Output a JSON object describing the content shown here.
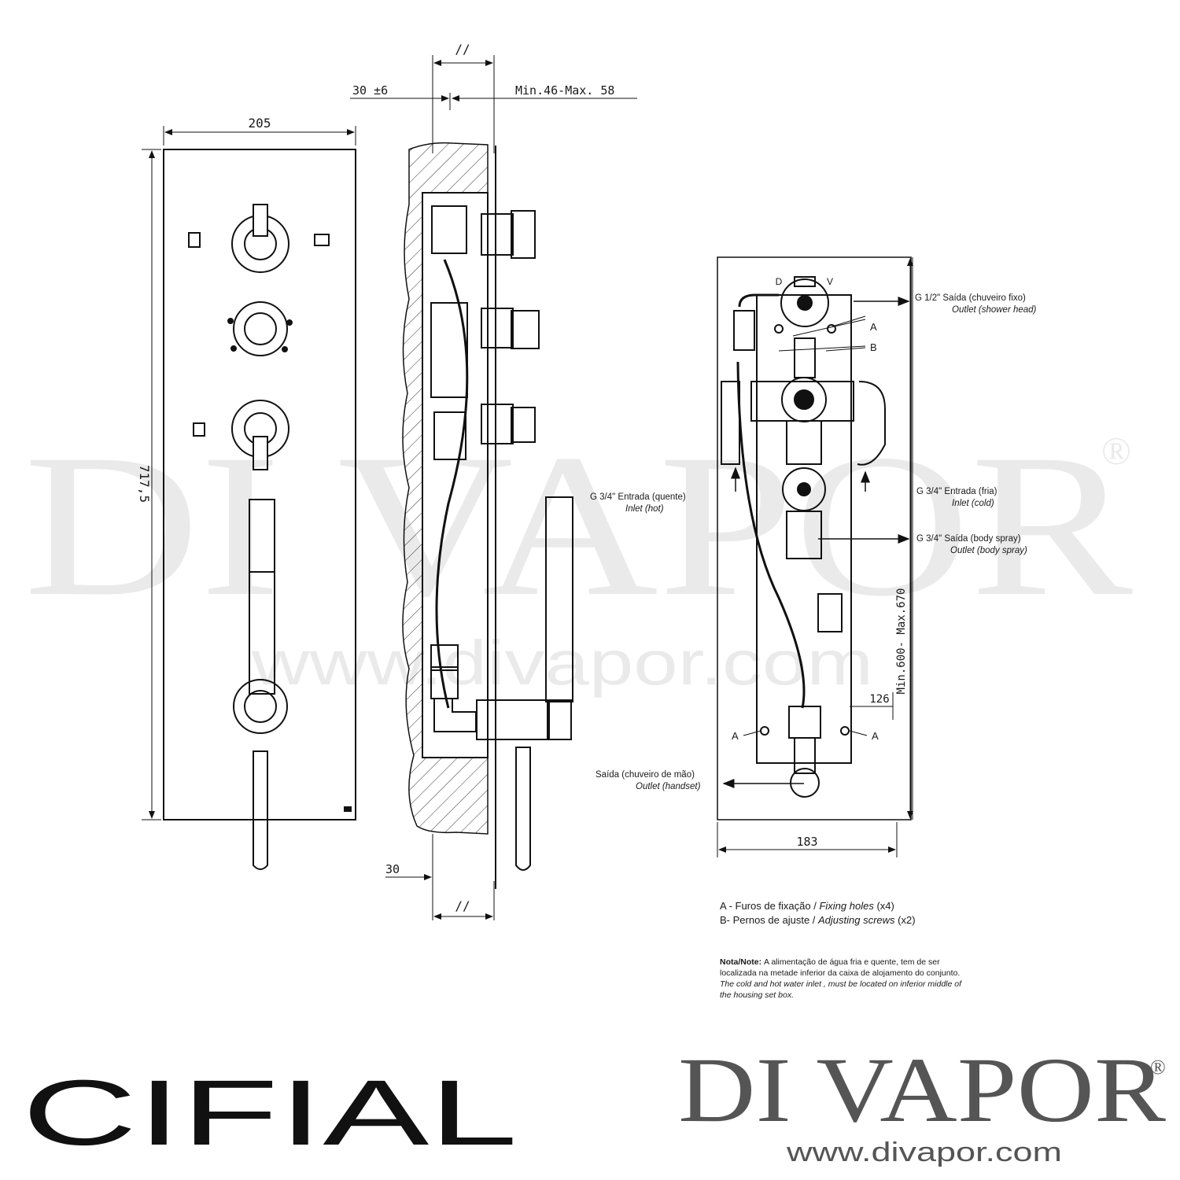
{
  "dimensions": {
    "width_front": "205",
    "height_front": "717,5",
    "break_top": "//",
    "depth_tolerance": "30 ±6",
    "depth_range": "Min.46-Max. 58",
    "depth_bottom": "30",
    "break_bottom": "//",
    "box_width": "183",
    "inner_width": "126",
    "box_height": "Min.600- Max.670"
  },
  "labels": {
    "d": "D",
    "v": "V",
    "a": "A",
    "b": "B"
  },
  "callouts": {
    "outlet_head": {
      "pt": "G 1/2\" Saída (chuveiro fixo)",
      "en": "Outlet (shower head)"
    },
    "inlet_hot": {
      "pt": "G 3/4\" Entrada (quente)",
      "en": "Inlet (hot)"
    },
    "inlet_cold": {
      "pt": "G 3/4\" Entrada (fria)",
      "en": "Inlet (cold)"
    },
    "outlet_body": {
      "pt": "G 3/4\" Saída (body spray)",
      "en": "Outlet (body spray)"
    },
    "outlet_handset": {
      "pt": "Saída (chuveiro de mão)",
      "en": "Outlet (handset)"
    }
  },
  "legend": {
    "a_pt": "A - Furos de fixação / ",
    "a_en": "Fixing holes",
    "a_count": " (x4)",
    "b_pt": "B- Pernos de ajuste / ",
    "b_en": "Adjusting screws",
    "b_count": " (x2)"
  },
  "note": {
    "label": "Nota/Note: ",
    "pt_1": "A alimentação de água fria e quente, tem de ser",
    "pt_2": "localizada na metade inferior da caixa de alojamento do conjunto.",
    "en_1": "The cold and hot water inlet , must be located on inferior middle of",
    "en_2": "the housing set box."
  },
  "watermark": {
    "brand": "DI VAPOR",
    "registered": "®",
    "url": "www.divapor.com"
  },
  "logos": {
    "cifial": "CIFIAL",
    "divapor": "DI VAPOR",
    "registered": "®",
    "url": "www.divapor.com"
  },
  "colors": {
    "line": "#111111",
    "brand_grey": "#555555",
    "background": "#ffffff"
  }
}
